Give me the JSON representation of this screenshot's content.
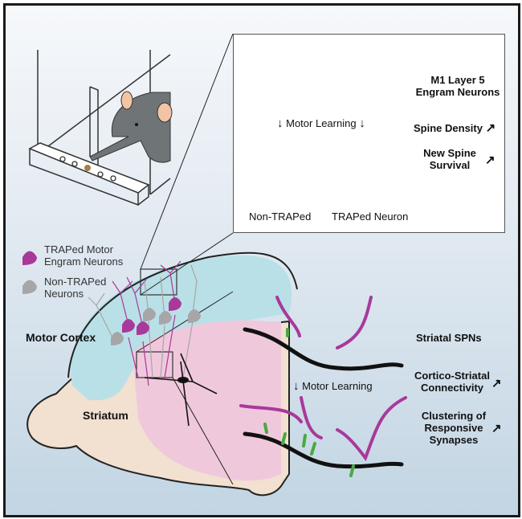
{
  "top_panel": {
    "heading_line1": "M1 Layer 5",
    "heading_line2": "Engram Neurons",
    "step_label": "Motor Learning",
    "down_arrow": "↓",
    "metric1": "Spine Density",
    "metric2_line1": "New Spine",
    "metric2_line2": "Survival",
    "up_arrow": "↗",
    "caption_left": "Non-TRAPed",
    "caption_right": "TRAPed Neuron"
  },
  "bottom_panel": {
    "heading": "Striatal SPNs",
    "step_label": "Motor Learning",
    "down_arrow": "↓",
    "metric1_line1": "Cortico-Striatal",
    "metric1_line2": "Connectivity",
    "metric2_line1": "Clustering of",
    "metric2_line2": "Responsive",
    "metric2_line3": "Synapses",
    "up_arrow": "↗"
  },
  "legend": {
    "item1_line1": "TRAPed Motor",
    "item1_line2": "Engram Neurons",
    "item2_line1": "Non-TRAPed",
    "item2_line2": "Neurons"
  },
  "brain": {
    "region1": "Motor Cortex",
    "region2": "Striatum"
  },
  "colors": {
    "traped": "#a8399b",
    "non_traped": "#a6a6a8",
    "cortex": "#b9e0e6",
    "striatum_bg": "#f2e0d0",
    "striatum": "#f0c8dc",
    "synapse": "#4aa843",
    "mouse": "#6f7577"
  }
}
